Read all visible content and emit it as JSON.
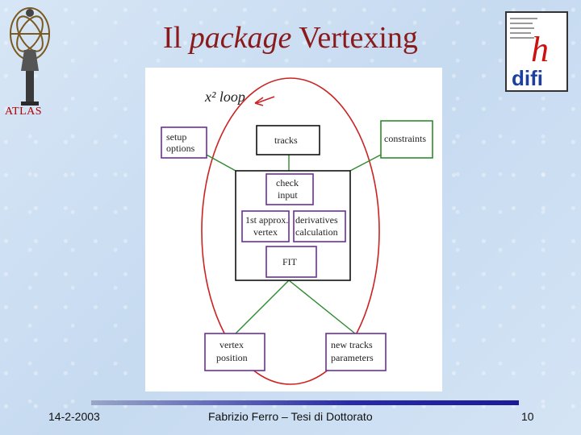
{
  "title": {
    "prefix": "Il",
    "italic": "package",
    "suffix": "Vertexing"
  },
  "logos": {
    "atlas_label": "ATLAS",
    "difi_text": "difi"
  },
  "diagram": {
    "loop_label": "x² loop",
    "nodes": {
      "setup": [
        "setup",
        "options"
      ],
      "tracks": [
        "tracks"
      ],
      "constraints": [
        "constraints"
      ],
      "check": [
        "check",
        "input"
      ],
      "approx": [
        "1st approx.",
        "vertex"
      ],
      "deriv": [
        "derivatives",
        "calculation"
      ],
      "fit": [
        "FIT"
      ],
      "vertex": [
        "vertex",
        "position"
      ],
      "newtracks": [
        "new tracks",
        "parameters"
      ]
    },
    "colors": {
      "ellipse": "#cc2222",
      "green_lines": "#2e8b2e",
      "left_boxes": "#6a2f9a",
      "dark_boxes": "#111111"
    }
  },
  "footer": {
    "date": "14-2-2003",
    "author": "Fabrizio Ferro – Tesi di Dottorato",
    "page": "10"
  }
}
